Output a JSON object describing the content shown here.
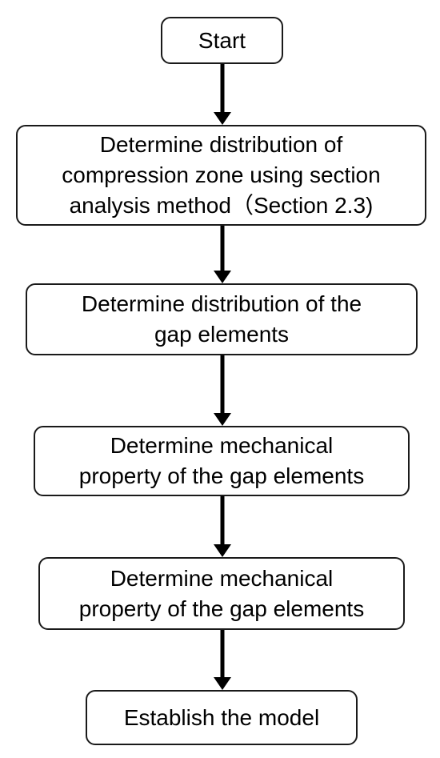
{
  "flowchart": {
    "steps": [
      {
        "lines": [
          "Start"
        ]
      },
      {
        "lines": [
          "Determine distribution of",
          "compression zone using section",
          "analysis method（Section 2.3)"
        ]
      },
      {
        "lines": [
          "Determine distribution of the",
          "gap elements"
        ]
      },
      {
        "lines": [
          "Determine mechanical",
          "property of the gap elements"
        ]
      },
      {
        "lines": [
          "Determine mechanical",
          "property of the gap elements"
        ]
      },
      {
        "lines": [
          "Establish the model"
        ]
      }
    ]
  }
}
